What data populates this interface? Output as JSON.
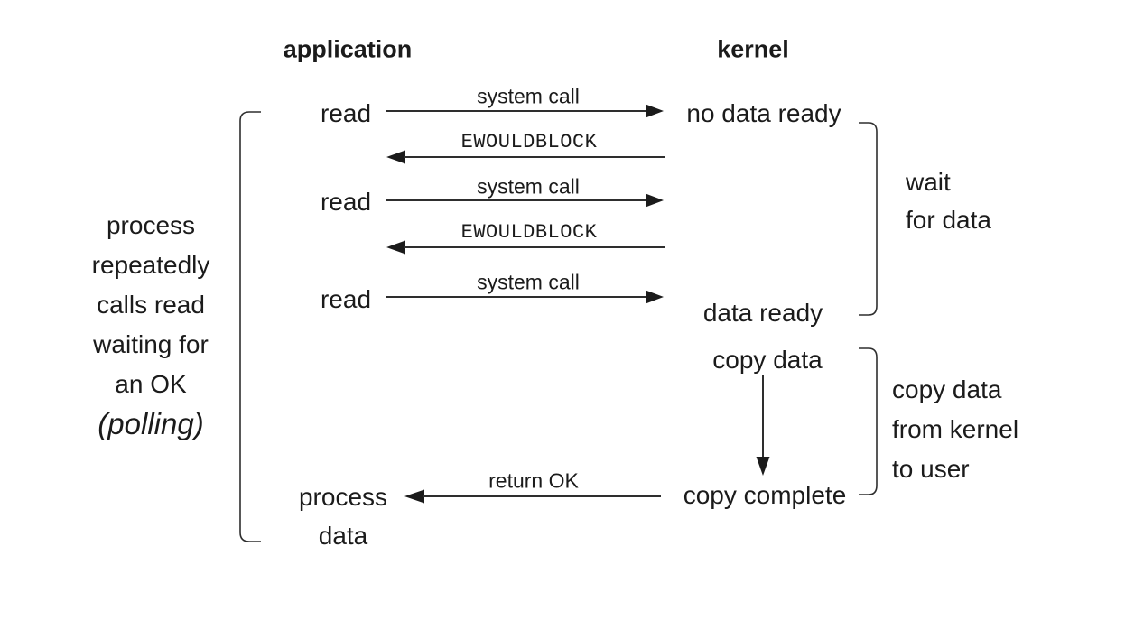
{
  "headers": {
    "left": "application",
    "right": "kernel"
  },
  "app_column": {
    "read_1": "read",
    "read_2": "read",
    "read_3": "read",
    "process_data": {
      "line_1": "process",
      "line_2": "data"
    }
  },
  "kernel_column": {
    "no_data_ready": "no data ready",
    "data_ready": "data ready",
    "copy_data": "copy data",
    "copy_complete": "copy complete"
  },
  "arrows": {
    "system_call_1": "system call",
    "ewouldblock_1": "EWOULDBLOCK",
    "system_call_2": "system call",
    "ewouldblock_2": "EWOULDBLOCK",
    "system_call_3": "system call",
    "return_ok": "return OK"
  },
  "notes": {
    "polling": {
      "lines": [
        "process",
        "repeatedly",
        "calls read",
        "waiting for",
        "an OK"
      ],
      "emphasis": "(polling)"
    },
    "wait": {
      "lines": [
        "wait",
        "for data"
      ]
    },
    "copy": {
      "lines": [
        "copy data",
        "from kernel",
        "to user"
      ]
    }
  },
  "colors": {
    "ink": "#1b1b1b",
    "line": "#2e2e2e",
    "background": "#ffffff"
  }
}
